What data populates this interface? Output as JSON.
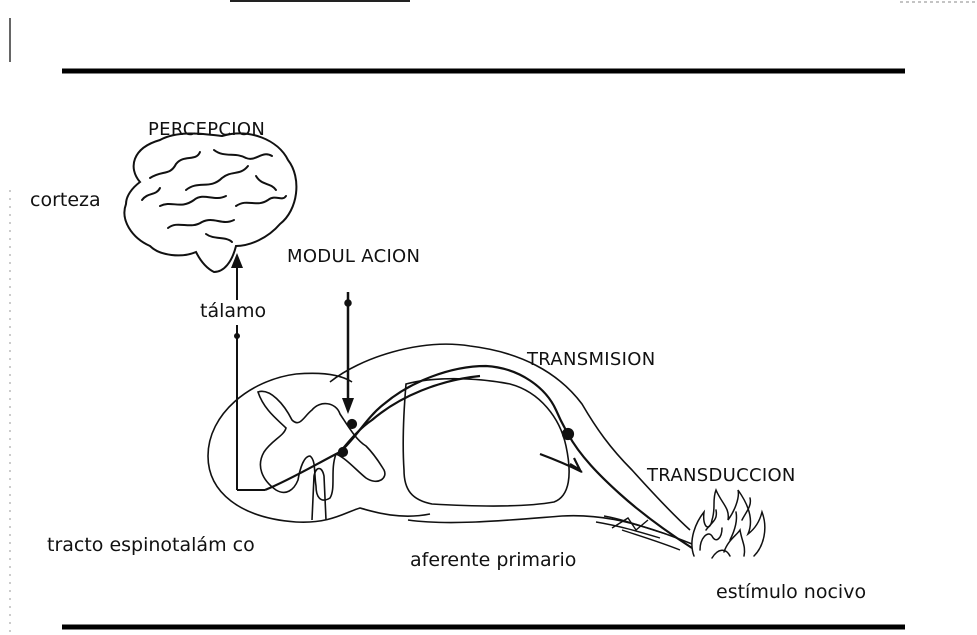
{
  "diagram": {
    "labels": {
      "perception": "PERCEPCION",
      "cortex": "corteza",
      "modulation": "MODUL ACION",
      "thalamus": "tálamo",
      "transmission": "TRANSMISION",
      "transduction": "TRANSDUCCION",
      "spinothalamic_tract": "tracto espinotalám co",
      "primary_afferent": "aferente primario",
      "noxious_stimulus": "estímulo nocivo"
    },
    "icons": {
      "brain": "brain-icon",
      "flame": "flame-icon"
    },
    "colors": {
      "ink": "#111111",
      "background": "#ffffff"
    }
  }
}
